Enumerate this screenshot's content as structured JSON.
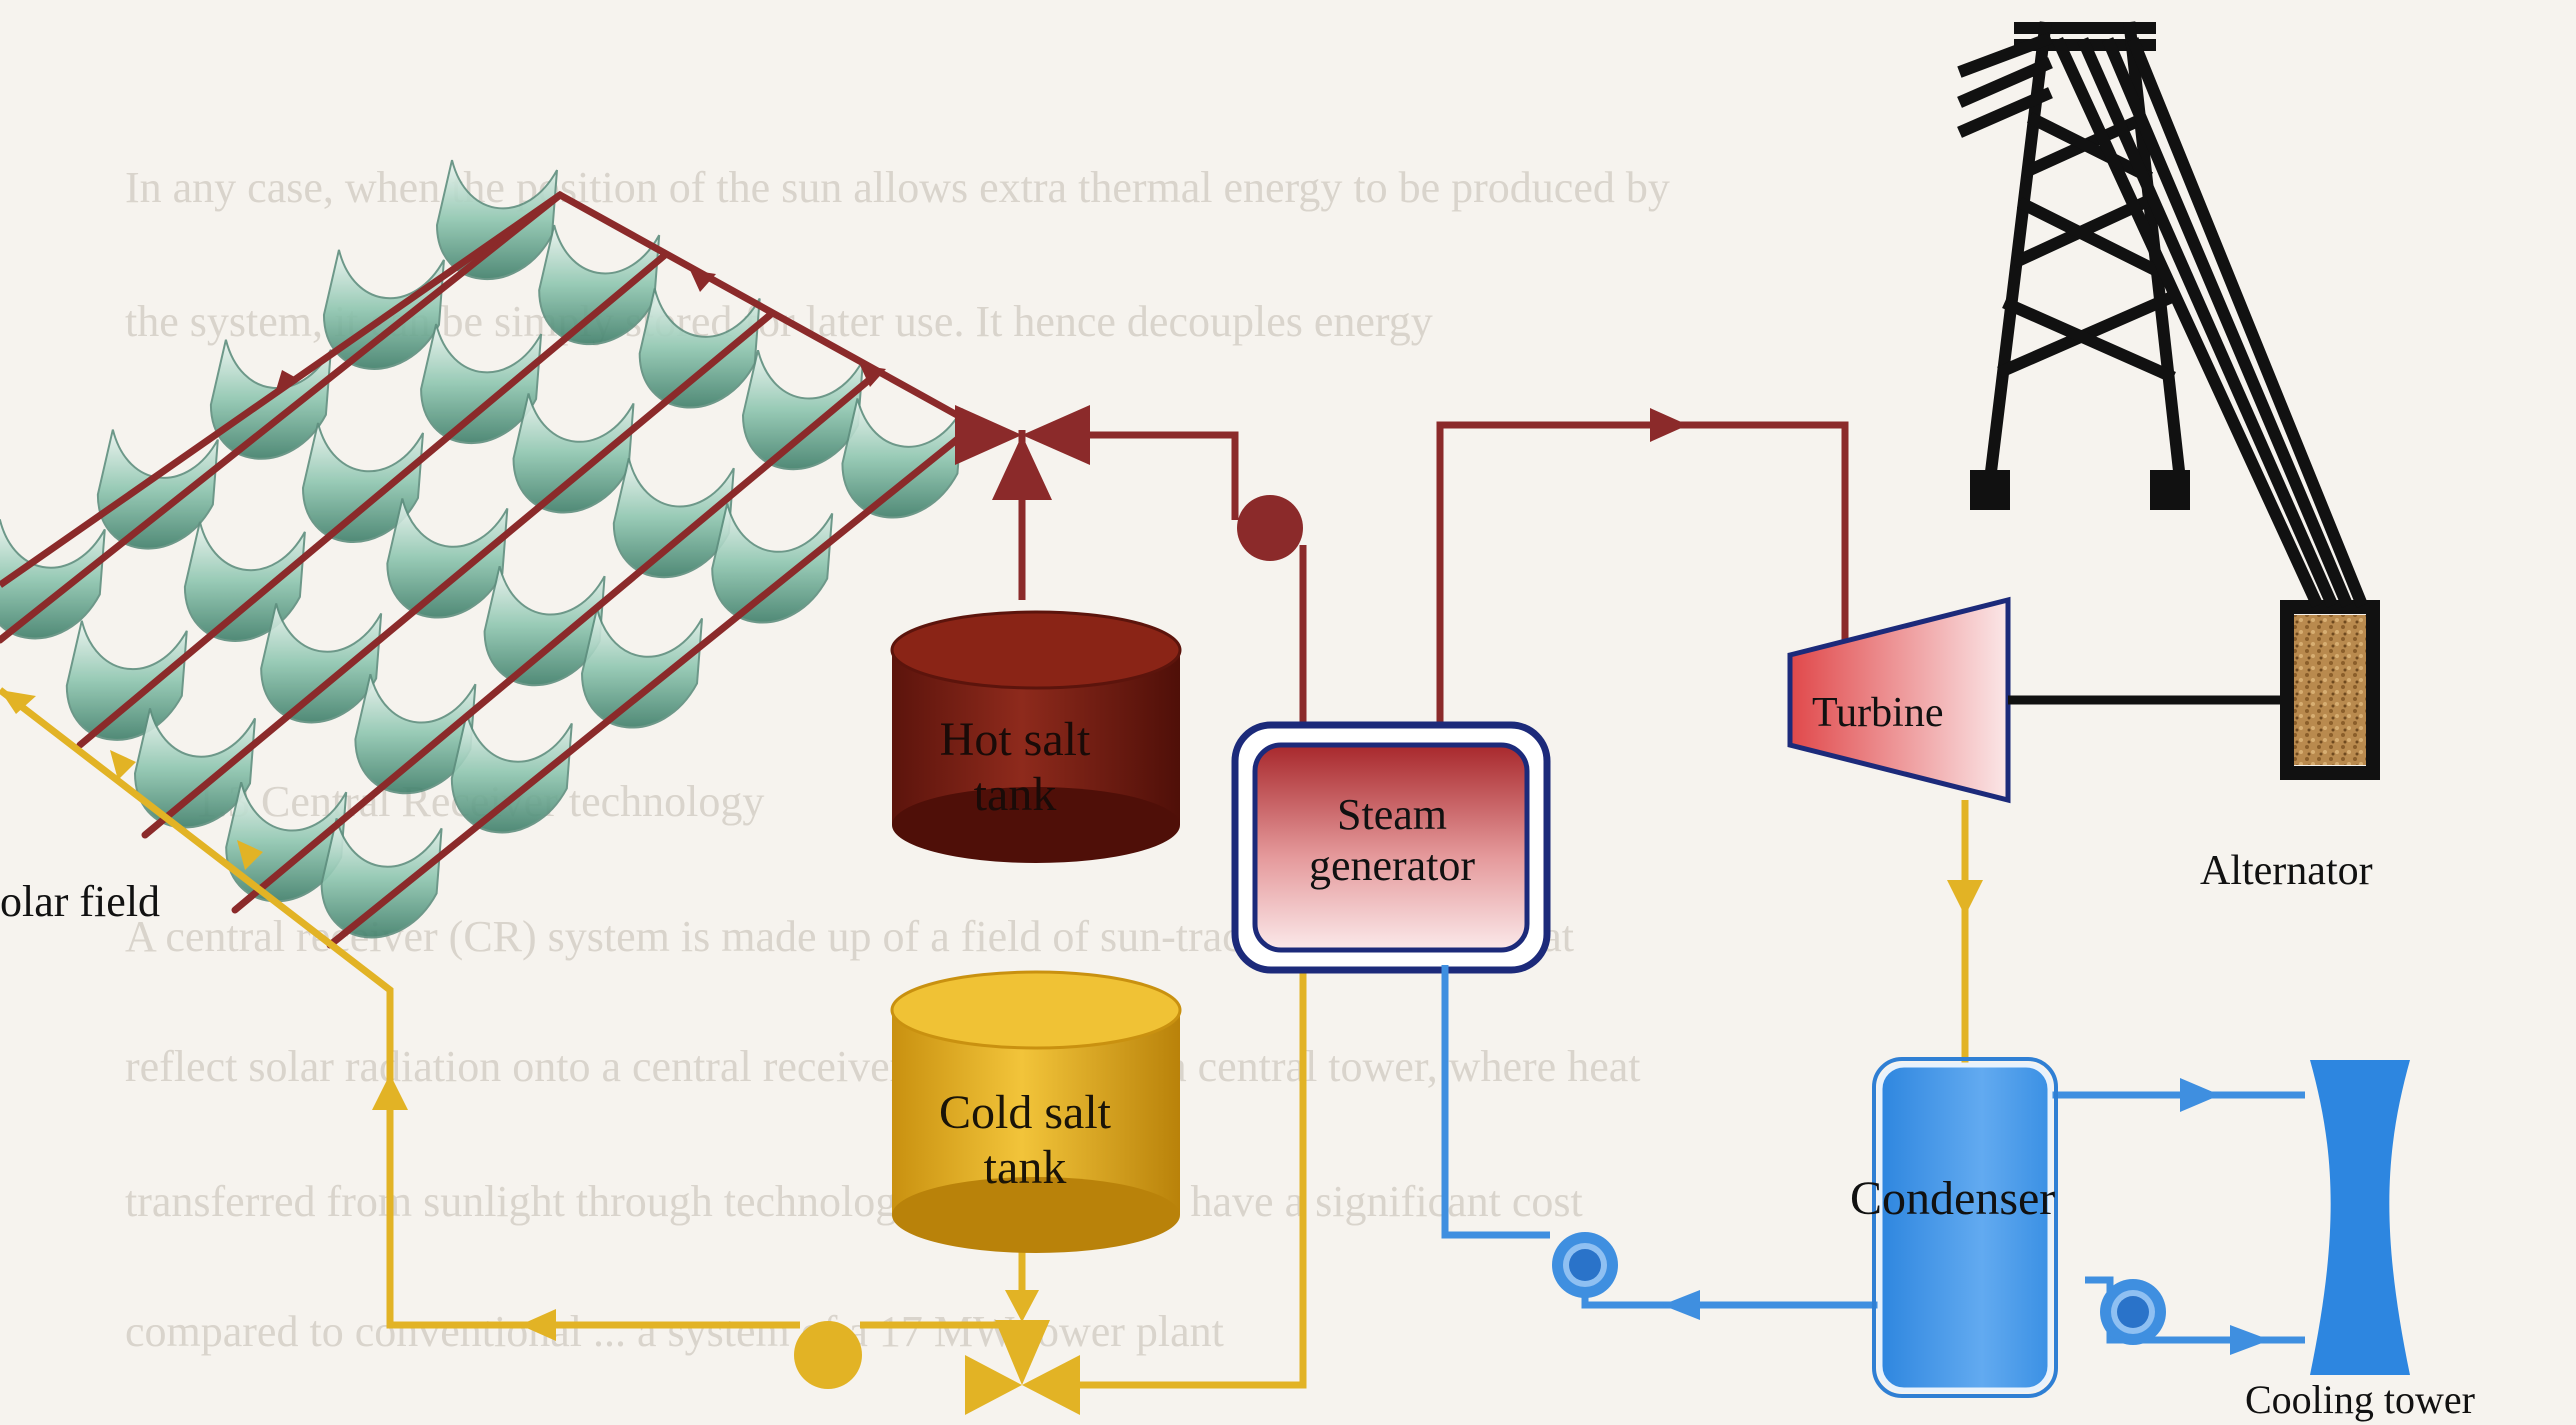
{
  "labels": {
    "solar_field": "olar field",
    "hot_salt_tank": "Hot salt tank",
    "cold_salt_tank": "Cold salt tank",
    "steam_generator": "Steam generator",
    "turbine": "Turbine",
    "alternator": "Alternator",
    "condenser": "Condenser",
    "cooling_tower": "Cooling tower"
  },
  "background_text": {
    "line1": "In any case, when the position of the sun allows extra thermal energy to be produced by",
    "line2": "the system, it can be simply stored for later use. It hence decouples energy",
    "line3": "1.3  Central Receiver technology",
    "line4": "A central receiver (CR) system is made up of a field of sun-tracking reflectors that",
    "line5": "reflect solar radiation onto a central receiver mounted atop a central tower, where heat",
    "line6": "transferred from sunlight through technology is predicted to have a significant cost",
    "line7": "compared to conventional ... a system of a 17 MW tower plant"
  },
  "colors": {
    "hot_line": "#8b2a2a",
    "cold_line": "#e2b325",
    "water_line": "#3f8fe0",
    "hot_tank": "#7a1e14",
    "cold_tank": "#e7b31c",
    "turbine": "#d8363a",
    "condenser": "#3c93e3",
    "tower": "#2d86e0",
    "collector": "#7fb8a3"
  }
}
